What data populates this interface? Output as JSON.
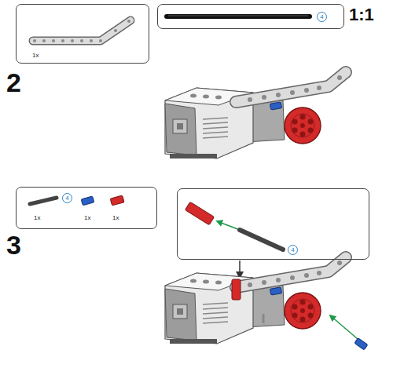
{
  "diagram": {
    "nodes": [
      {
        "text": [
          "1x"
        ]
      },
      {
        "text": [
          "4"
        ]
      },
      {
        "text": [
          "1x",
          "4",
          "1x",
          "1x"
        ]
      },
      {
        "text": [
          "4"
        ]
      }
    ],
    "labels": [
      "1:1",
      "2",
      "3"
    ]
  }
}
